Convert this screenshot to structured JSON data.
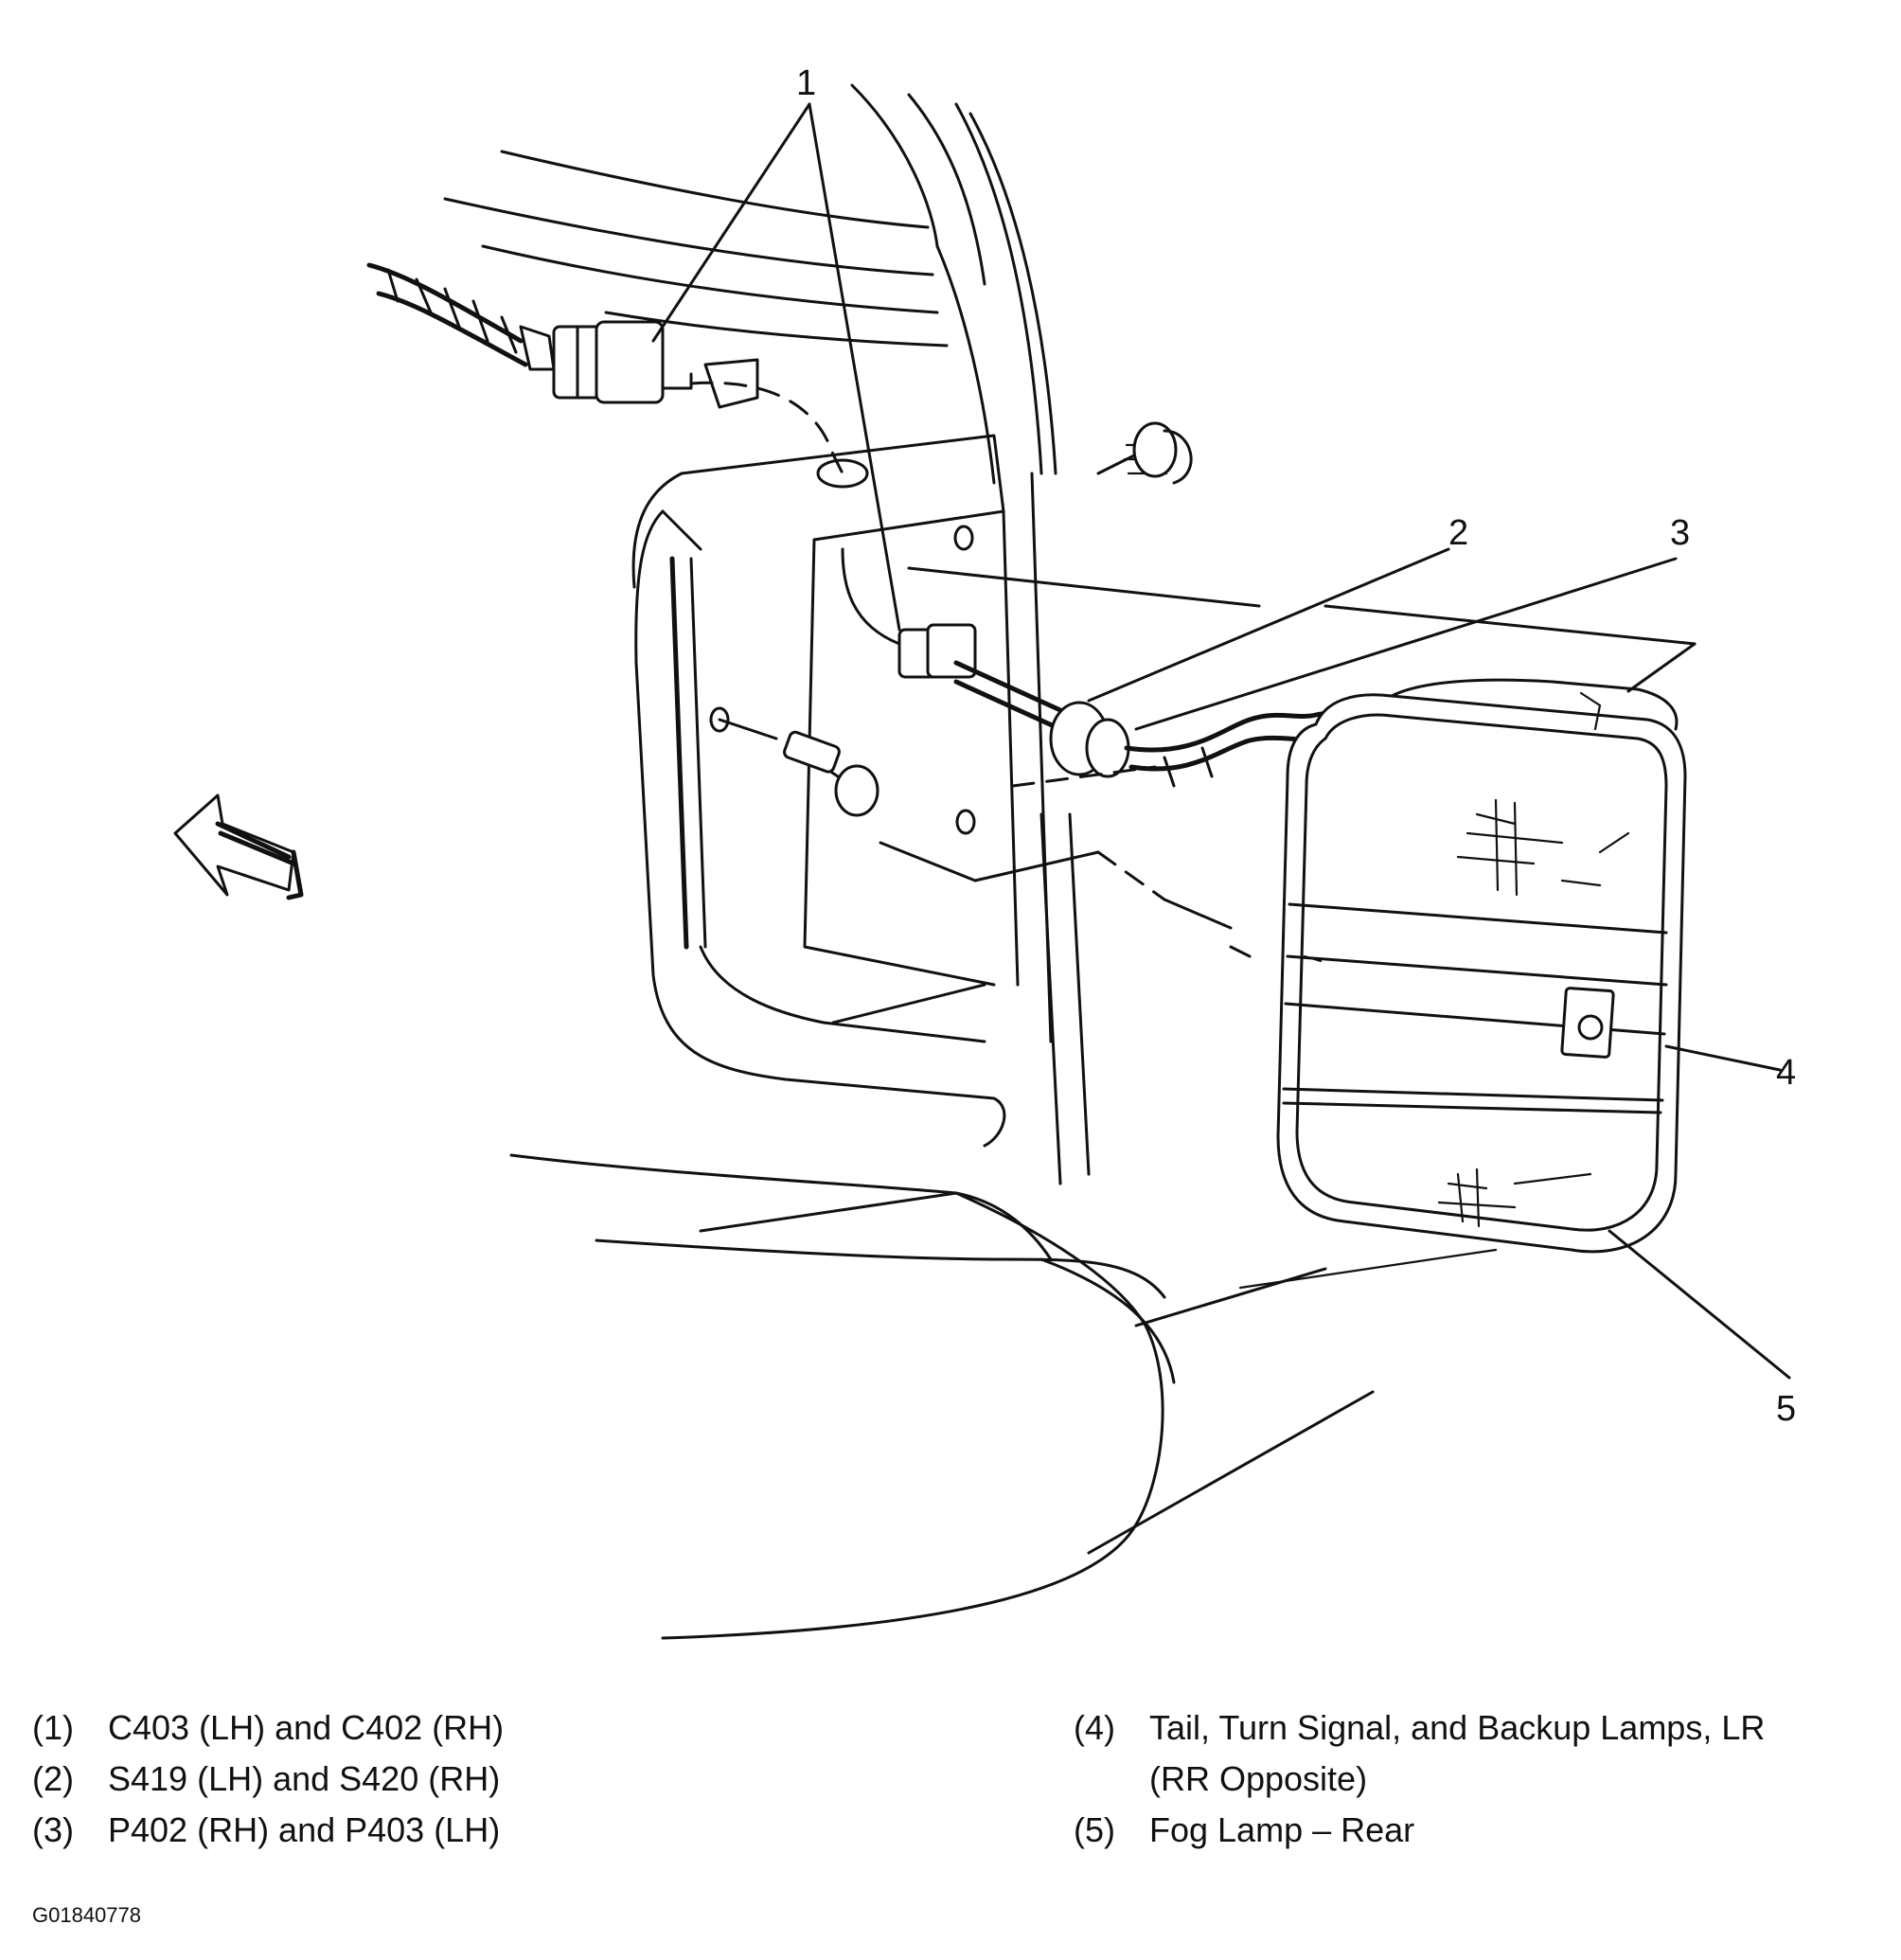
{
  "callouts": [
    "1",
    "2",
    "3",
    "4",
    "5"
  ],
  "legend": {
    "left": [
      {
        "num": "(1)",
        "text": "C403 (LH) and C402 (RH)"
      },
      {
        "num": "(2)",
        "text": "S419 (LH) and S420 (RH)"
      },
      {
        "num": "(3)",
        "text": "P402 (RH) and P403 (LH)"
      }
    ],
    "right": [
      {
        "num": "(4)",
        "text": "Tail, Turn Signal, and Backup Lamps, LR",
        "cont": "(RR Opposite)"
      },
      {
        "num": "(5)",
        "text": "Fog Lamp – Rear"
      }
    ]
  },
  "figure_id": "G01840778"
}
